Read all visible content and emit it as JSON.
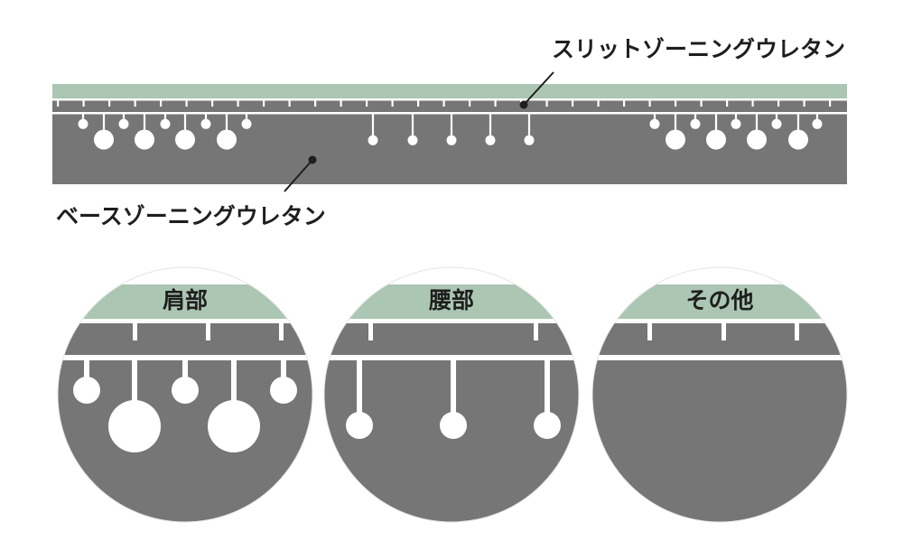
{
  "labels": {
    "slit_zoning_urethane": "スリットゾーニングウレタン",
    "base_zoning_urethane": "ベースゾーニングウレタン"
  },
  "zones": {
    "shoulder": "肩部",
    "waist": "腰部",
    "other": "その他"
  },
  "colors": {
    "top_layer": "#abc6b2",
    "foam": "#767676",
    "line": "#ffffff",
    "text": "#1e1e1e"
  }
}
